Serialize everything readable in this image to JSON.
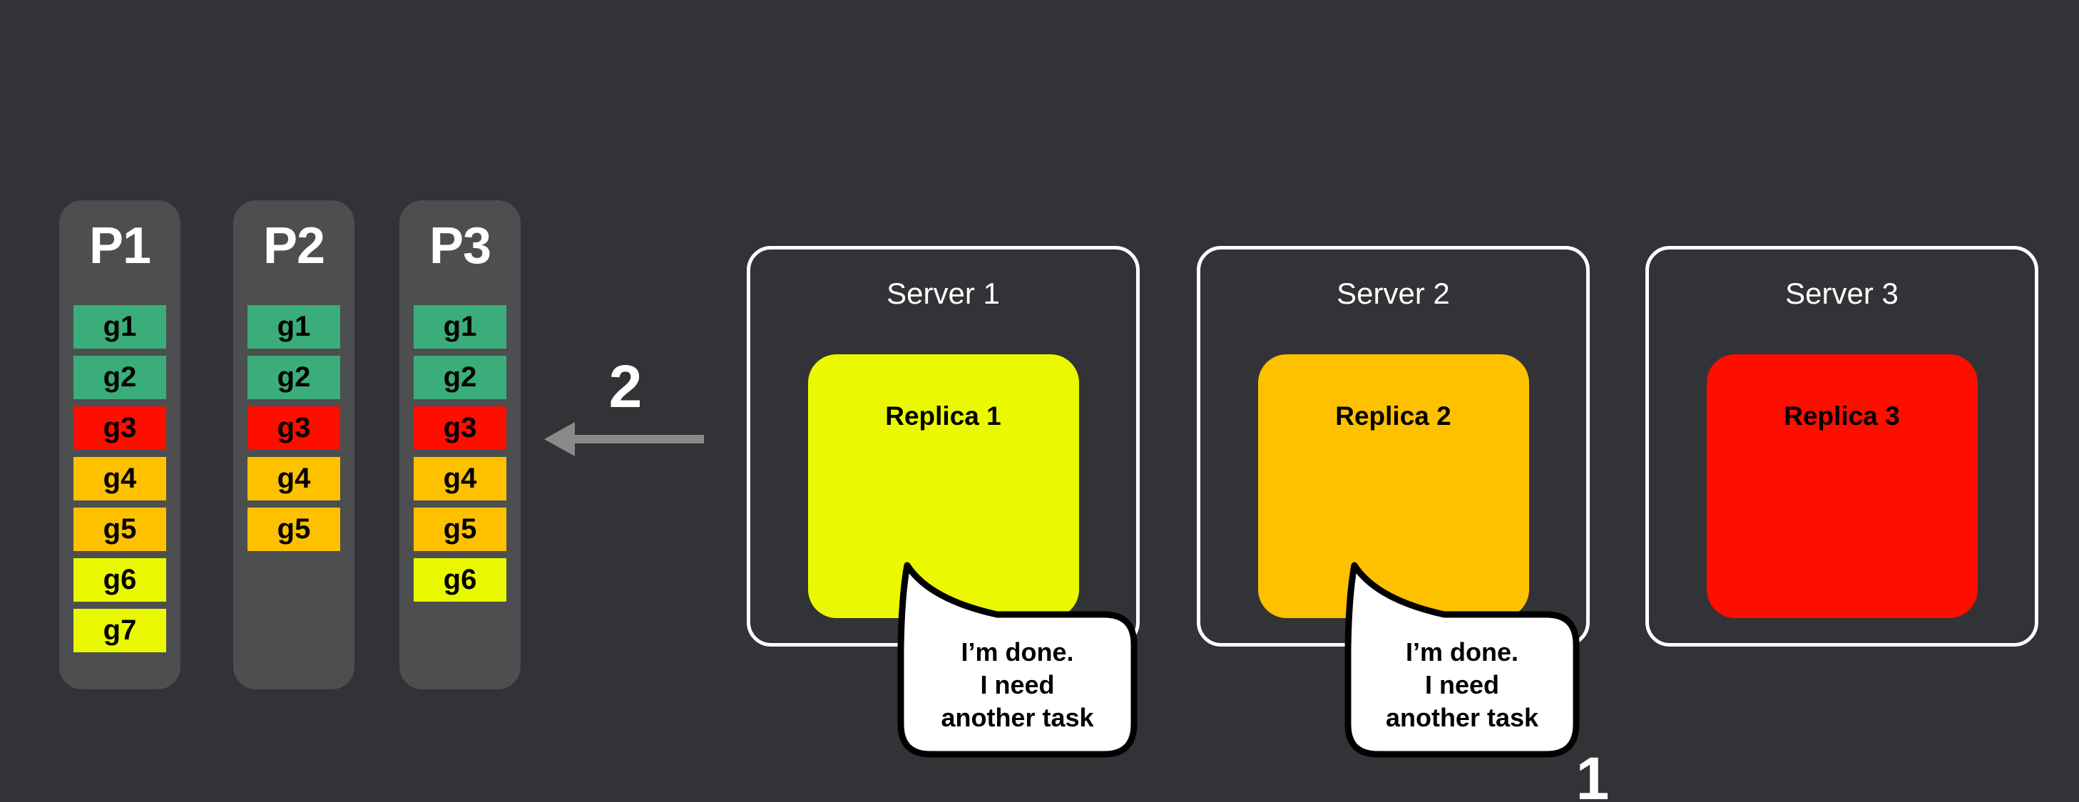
{
  "colors": {
    "background": "#323336",
    "partition_bg": "#4D4E50",
    "task_green": "#3BAD7A",
    "task_red": "#FF0E00",
    "task_orange": "#FEC100",
    "task_yellow": "#EAF900",
    "server_border": "#FFFFFF",
    "arrow_gray": "#8A8A8A",
    "bubble_bg": "#FFFFFF",
    "bubble_border": "#000000",
    "text_light": "#FFFFFF",
    "text_dark": "#000000"
  },
  "partitions": [
    {
      "name": "P1",
      "tasks": [
        {
          "label": "g1",
          "color": "#3BAD7A"
        },
        {
          "label": "g2",
          "color": "#3BAD7A"
        },
        {
          "label": "g3",
          "color": "#FF0E00"
        },
        {
          "label": "g4",
          "color": "#FEC100"
        },
        {
          "label": "g5",
          "color": "#FEC100"
        },
        {
          "label": "g6",
          "color": "#EAF900"
        },
        {
          "label": "g7",
          "color": "#EAF900"
        }
      ]
    },
    {
      "name": "P2",
      "tasks": [
        {
          "label": "g1",
          "color": "#3BAD7A"
        },
        {
          "label": "g2",
          "color": "#3BAD7A"
        },
        {
          "label": "g3",
          "color": "#FF0E00"
        },
        {
          "label": "g4",
          "color": "#FEC100"
        },
        {
          "label": "g5",
          "color": "#FEC100"
        }
      ]
    },
    {
      "name": "P3",
      "tasks": [
        {
          "label": "g1",
          "color": "#3BAD7A"
        },
        {
          "label": "g2",
          "color": "#3BAD7A"
        },
        {
          "label": "g3",
          "color": "#FF0E00"
        },
        {
          "label": "g4",
          "color": "#FEC100"
        },
        {
          "label": "g5",
          "color": "#FEC100"
        },
        {
          "label": "g6",
          "color": "#EAF900"
        }
      ]
    }
  ],
  "servers": [
    {
      "name": "Server 1",
      "replica": {
        "label": "Replica 1",
        "color": "#EAF900"
      }
    },
    {
      "name": "Server 2",
      "replica": {
        "label": "Replica 2",
        "color": "#FEC100"
      }
    },
    {
      "name": "Server 3",
      "replica": {
        "label": "Replica 3",
        "color": "#FF0E00"
      }
    }
  ],
  "speech_bubbles": [
    {
      "lines": [
        "I’m done.",
        "I need",
        "another task"
      ]
    },
    {
      "lines": [
        "I’m done.",
        "I need",
        "another task"
      ]
    }
  ],
  "step_labels": {
    "step_1": "1",
    "step_2": "2"
  }
}
